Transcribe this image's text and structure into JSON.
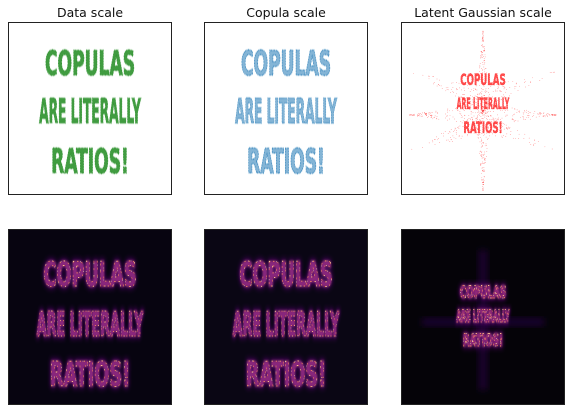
{
  "chart_data": [
    {
      "type": "scatter",
      "title": "Data scale",
      "text_art": [
        "COPULAS",
        "ARE LITERALLY",
        "RATIOS!"
      ],
      "color": "#228b22",
      "axes": false
    },
    {
      "type": "scatter",
      "title": "Copula scale",
      "text_art": [
        "COPULAS",
        "ARE LITERALLY",
        "RATIOS!"
      ],
      "color": "#1f77b4",
      "axes": false
    },
    {
      "type": "scatter",
      "title": "Latent Gaussian scale",
      "text_art": [
        "COPULAS",
        "ARE LITERALLY",
        "RATIOS!"
      ],
      "color": "#ff2020",
      "axes": false
    },
    {
      "type": "heatmap",
      "title": "",
      "colormap": "inferno",
      "text_art": [
        "COPULAS",
        "ARE LITERALLY",
        "RATIOS!"
      ],
      "axes": false
    },
    {
      "type": "heatmap",
      "title": "",
      "colormap": "inferno",
      "text_art": [
        "COPULAS",
        "ARE LITERALLY",
        "RATIOS!"
      ],
      "axes": false
    },
    {
      "type": "heatmap",
      "title": "",
      "colormap": "inferno",
      "text_art": [
        "COPULAS",
        "ARE LITERALLY",
        "RATIOS!"
      ],
      "axes": false
    }
  ]
}
